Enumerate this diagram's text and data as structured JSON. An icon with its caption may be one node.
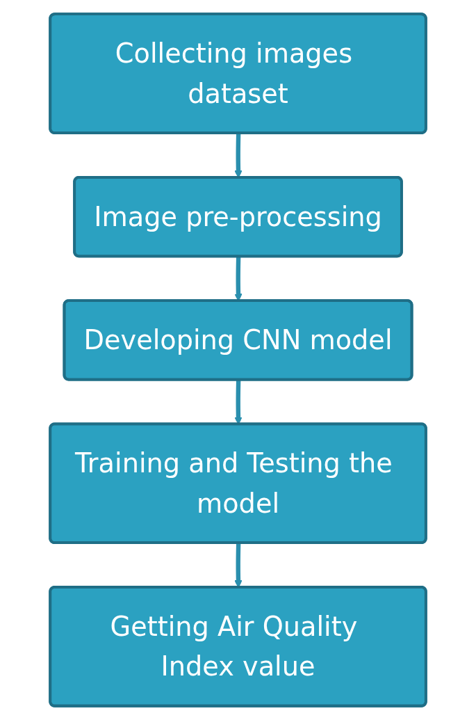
{
  "diagram": {
    "nodes": [
      {
        "text": [
          "Collecting images dataset"
        ]
      },
      {
        "text": [
          "Image pre-processing"
        ]
      },
      {
        "text": [
          "Developing CNN model"
        ]
      },
      {
        "text": [
          "Training and Testing the model"
        ]
      },
      {
        "text": [
          "Getting Air Quality Index value"
        ]
      }
    ],
    "edges": [
      {
        "from": 0,
        "to": 1,
        "arrow": "to"
      },
      {
        "from": 1,
        "to": 2,
        "arrow": "to"
      },
      {
        "from": 2,
        "to": 3,
        "arrow": "to"
      },
      {
        "from": 3,
        "to": 4,
        "arrow": "to"
      }
    ]
  }
}
